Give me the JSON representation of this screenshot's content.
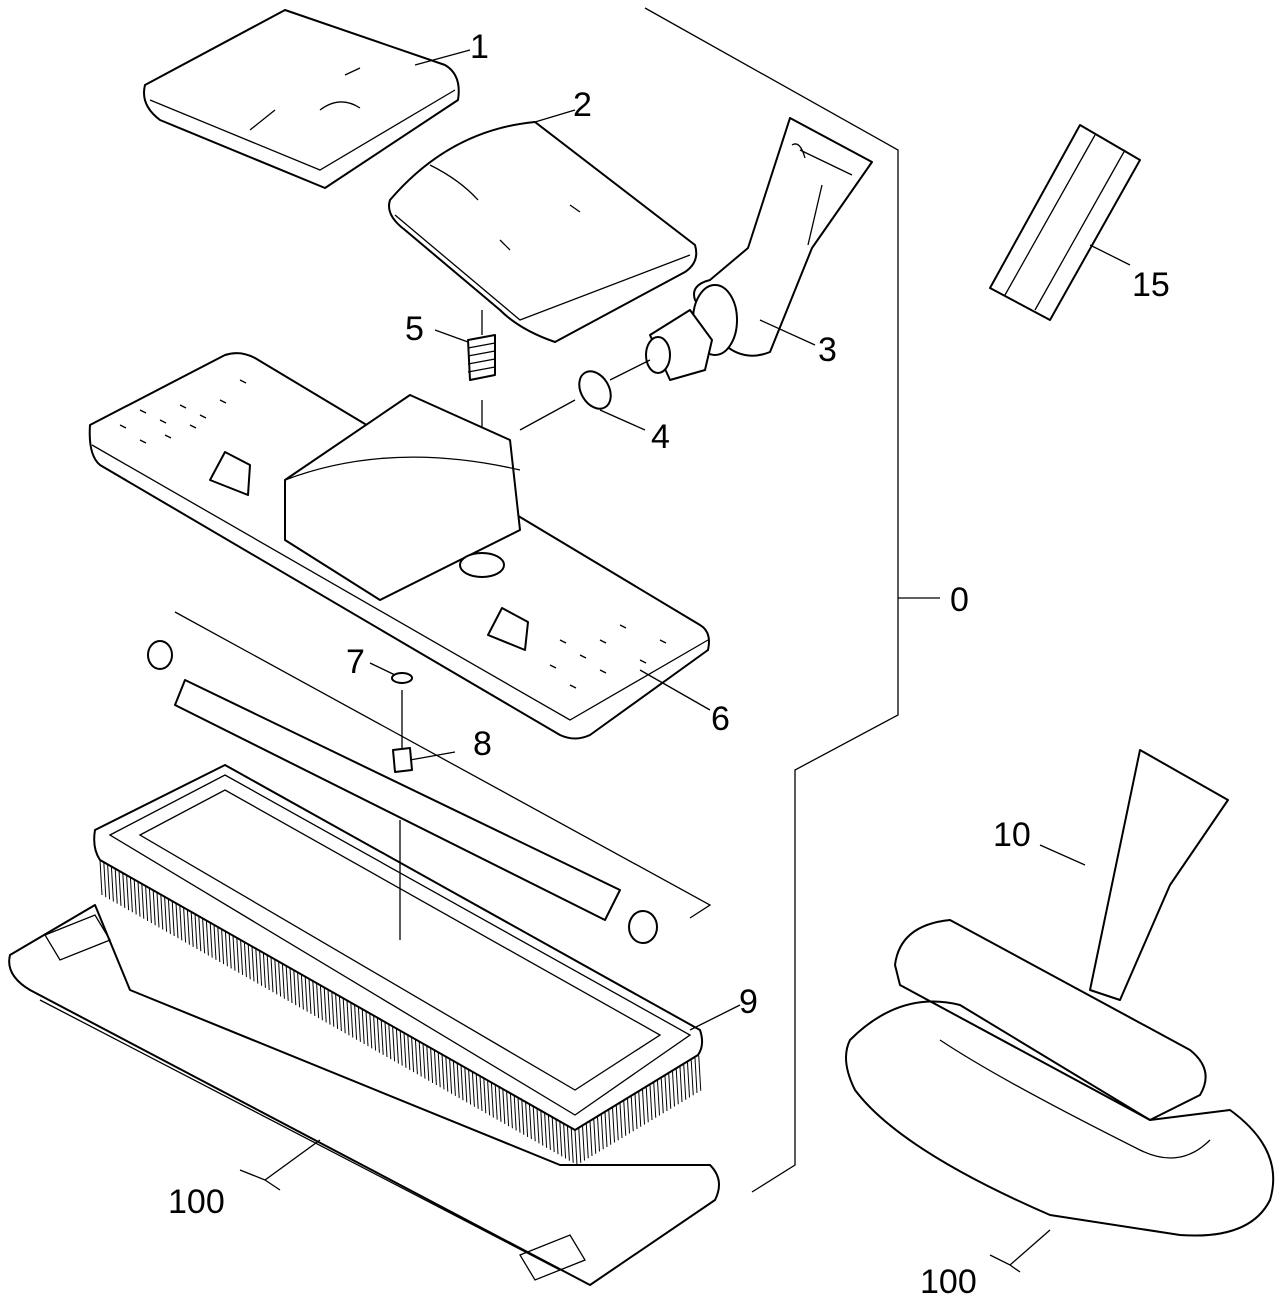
{
  "diagram": {
    "type": "exploded-parts-view",
    "callouts": {
      "c0": "0",
      "c1": "1",
      "c2": "2",
      "c3": "3",
      "c4": "4",
      "c5": "5",
      "c6": "6",
      "c7": "7",
      "c8": "8",
      "c9": "9",
      "c10": "10",
      "c15": "15",
      "c100a": "100",
      "c100b": "100"
    }
  }
}
